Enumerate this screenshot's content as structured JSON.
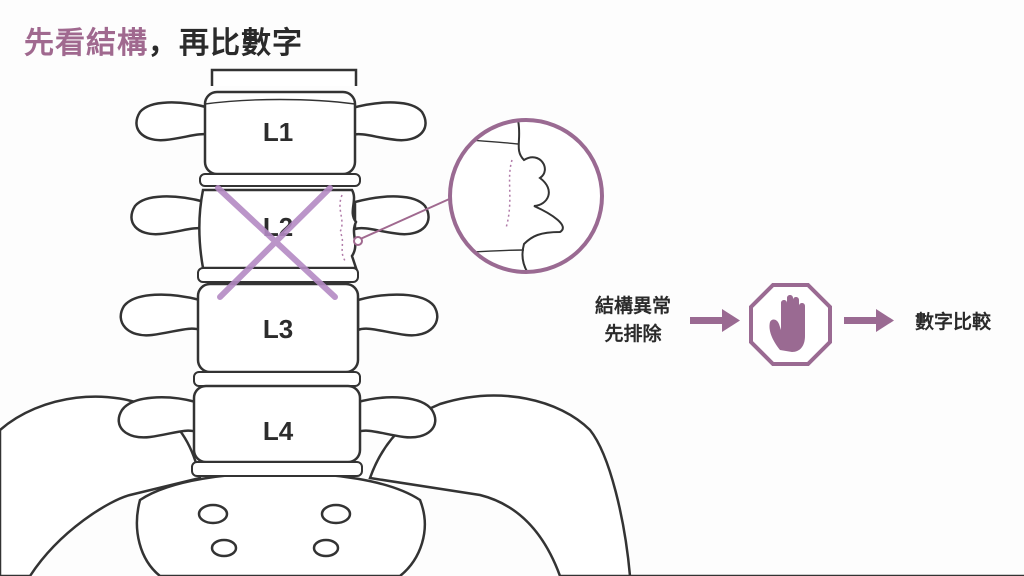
{
  "title": {
    "accent": "先看結構",
    "rest": "，再比數字"
  },
  "vertebrae": [
    {
      "label": "L1"
    },
    {
      "label": "L2",
      "crossed": true
    },
    {
      "label": "L3"
    },
    {
      "label": "L4"
    }
  ],
  "flow": {
    "left_line1": "結構異常",
    "left_line2": "先排除",
    "icon": "stop-hand-icon",
    "right": "數字比較"
  },
  "colors": {
    "accent": "#a0698f",
    "cross": "#b48ac4",
    "line": "#3a3a3a"
  }
}
